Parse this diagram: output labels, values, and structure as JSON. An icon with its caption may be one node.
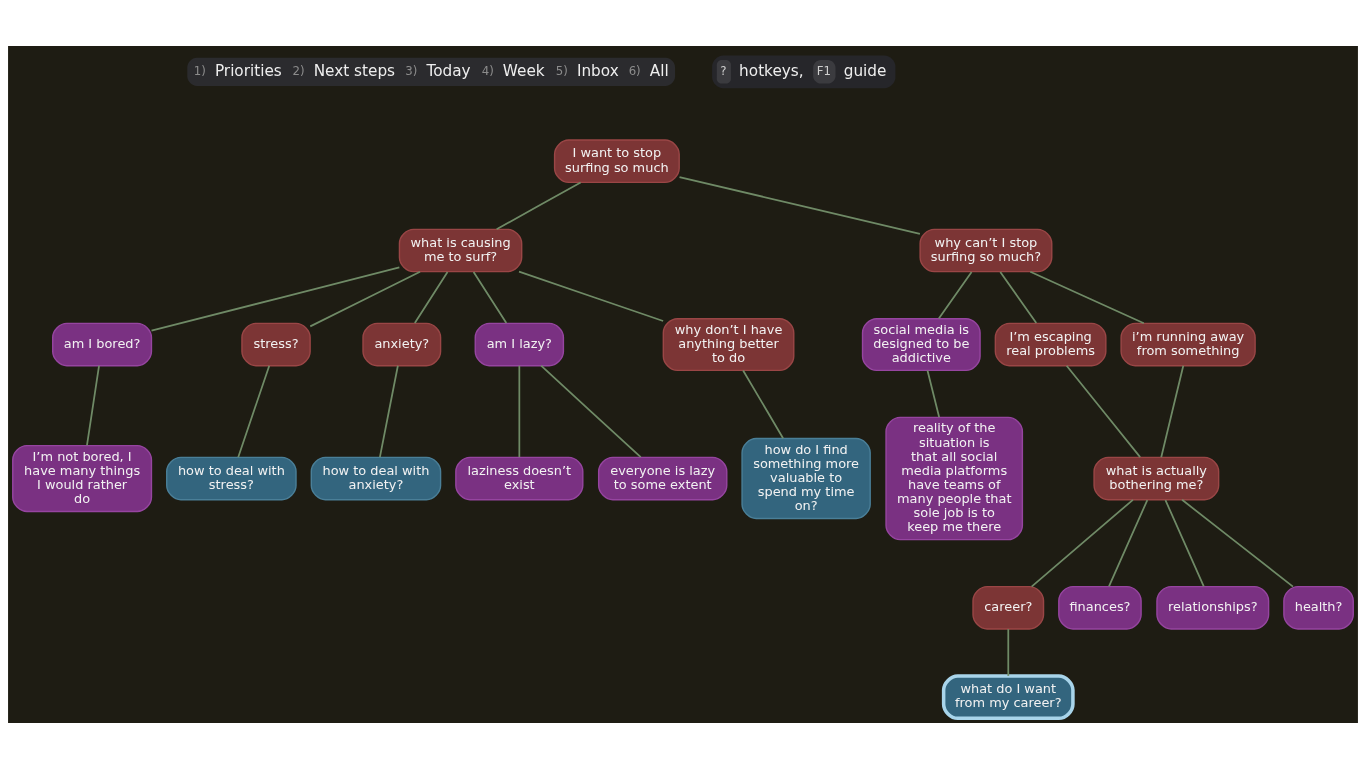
{
  "diagram": {
    "nodes": [
      {
        "text": [
          "I want to stop surfing so much"
        ]
      },
      {
        "text": [
          "what is causing me to surf?"
        ]
      },
      {
        "text": [
          "why can’t I stop surfing so much?"
        ]
      },
      {
        "text": [
          "am I bored?"
        ]
      },
      {
        "text": [
          "stress?"
        ]
      },
      {
        "text": [
          "anxiety?"
        ]
      },
      {
        "text": [
          "am I lazy?"
        ]
      },
      {
        "text": [
          "why don’t I have anything better to do"
        ]
      },
      {
        "text": [
          "social media is designed to be addictive"
        ]
      },
      {
        "text": [
          "I’m escaping real problems"
        ]
      },
      {
        "text": [
          "i’m running away from something"
        ]
      },
      {
        "text": [
          "I’m not bored, I have many things I would rather do"
        ]
      },
      {
        "text": [
          "how to deal with stress?"
        ]
      },
      {
        "text": [
          "how to deal with anxiety?"
        ]
      },
      {
        "text": [
          "laziness doesn’t exist"
        ]
      },
      {
        "text": [
          "everyone is lazy to some extent"
        ]
      },
      {
        "text": [
          "how do I find something more valuable to spend my time on?"
        ]
      },
      {
        "text": [
          "reality of the situation is that all social media platforms have teams of many people that sole job is to keep me there"
        ]
      },
      {
        "text": [
          "what is actually bothering me?"
        ]
      },
      {
        "text": [
          "career?"
        ]
      },
      {
        "text": [
          "finances?"
        ]
      },
      {
        "text": [
          "relationships?"
        ]
      },
      {
        "text": [
          "health?"
        ]
      },
      {
        "text": [
          "what do I want from my career?"
        ]
      }
    ],
    "edges": [
      {
        "from": 0,
        "to": 1,
        "arrow": "none"
      },
      {
        "from": 0,
        "to": 2,
        "arrow": "none"
      },
      {
        "from": 1,
        "to": 3,
        "arrow": "none"
      },
      {
        "from": 1,
        "to": 4,
        "arrow": "none"
      },
      {
        "from": 1,
        "to": 5,
        "arrow": "none"
      },
      {
        "from": 1,
        "to": 6,
        "arrow": "none"
      },
      {
        "from": 1,
        "to": 7,
        "arrow": "none"
      },
      {
        "from": 2,
        "to": 8,
        "arrow": "none"
      },
      {
        "from": 2,
        "to": 9,
        "arrow": "none"
      },
      {
        "from": 2,
        "to": 10,
        "arrow": "none"
      },
      {
        "from": 3,
        "to": 11,
        "arrow": "none"
      },
      {
        "from": 4,
        "to": 12,
        "arrow": "none"
      },
      {
        "from": 5,
        "to": 13,
        "arrow": "none"
      },
      {
        "from": 6,
        "to": 14,
        "arrow": "none"
      },
      {
        "from": 6,
        "to": 15,
        "arrow": "none"
      },
      {
        "from": 7,
        "to": 16,
        "arrow": "none"
      },
      {
        "from": 8,
        "to": 17,
        "arrow": "none"
      },
      {
        "from": 9,
        "to": 18,
        "arrow": "none"
      },
      {
        "from": 10,
        "to": 18,
        "arrow": "none"
      },
      {
        "from": 18,
        "to": 19,
        "arrow": "none"
      },
      {
        "from": 18,
        "to": 20,
        "arrow": "none"
      },
      {
        "from": 18,
        "to": 21,
        "arrow": "none"
      },
      {
        "from": 18,
        "to": 22,
        "arrow": "none"
      },
      {
        "from": 19,
        "to": 23,
        "arrow": "none"
      }
    ],
    "labels": [
      "1)",
      "Priorities",
      "2)",
      "Next steps",
      "3)",
      "Today",
      "4)",
      "Week",
      "5)",
      "Inbox",
      "6)",
      "All",
      "?",
      "hotkeys,",
      "F1",
      "guide"
    ]
  }
}
